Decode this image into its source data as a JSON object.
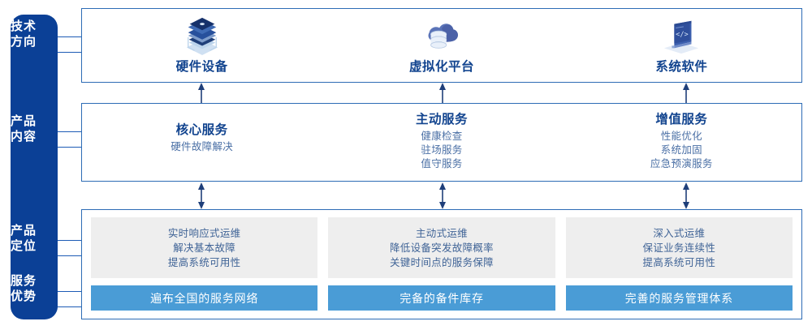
{
  "sidebar": {
    "groups": [
      {
        "name": "technical-direction",
        "line1": "技术",
        "line2": "方向"
      },
      {
        "name": "product-content",
        "line1": "产品",
        "line2": "内容"
      },
      {
        "name": "product-positioning",
        "line1": "产品",
        "line2": "定位"
      },
      {
        "name": "service-advantage",
        "line1": "服务",
        "line2": "优势"
      }
    ],
    "background_color": "#0b4096",
    "text_color": "#ffffff"
  },
  "technical_direction": {
    "cards": [
      {
        "icon": "server-stack-icon",
        "label": "硬件设备"
      },
      {
        "icon": "cloud-database-icon",
        "label": "虚拟化平台"
      },
      {
        "icon": "laptop-code-icon",
        "label": "系统软件"
      }
    ]
  },
  "product_content": {
    "columns": [
      {
        "title": "核心服务",
        "items": [
          "硬件故障解决"
        ]
      },
      {
        "title": "主动服务",
        "items": [
          "健康检查",
          "驻场服务",
          "值守服务"
        ]
      },
      {
        "title": "增值服务",
        "items": [
          "性能优化",
          "系统加固",
          "应急预演服务"
        ]
      }
    ]
  },
  "product_positioning": {
    "columns": [
      {
        "lines": [
          "实时响应式运维",
          "解决基本故障",
          "提高系统可用性"
        ]
      },
      {
        "lines": [
          "主动式运维",
          "降低设备突发故障概率",
          "关键时间点的服务保障"
        ]
      },
      {
        "lines": [
          "深入式运维",
          "保证业务连续性",
          "提高系统可用性"
        ]
      }
    ]
  },
  "service_advantage": {
    "bars": [
      "遍布全国的服务网络",
      "完备的备件库存",
      "完善的服务管理体系"
    ]
  },
  "colors": {
    "deep_blue": "#0b4096",
    "border_blue": "#2d6cb5",
    "title_blue": "#12448f",
    "body_blue": "#4a6fa5",
    "gray_box": "#eeeeee",
    "bar_blue": "#4a9cd6",
    "arrow_navy": "#1f3f7a"
  }
}
